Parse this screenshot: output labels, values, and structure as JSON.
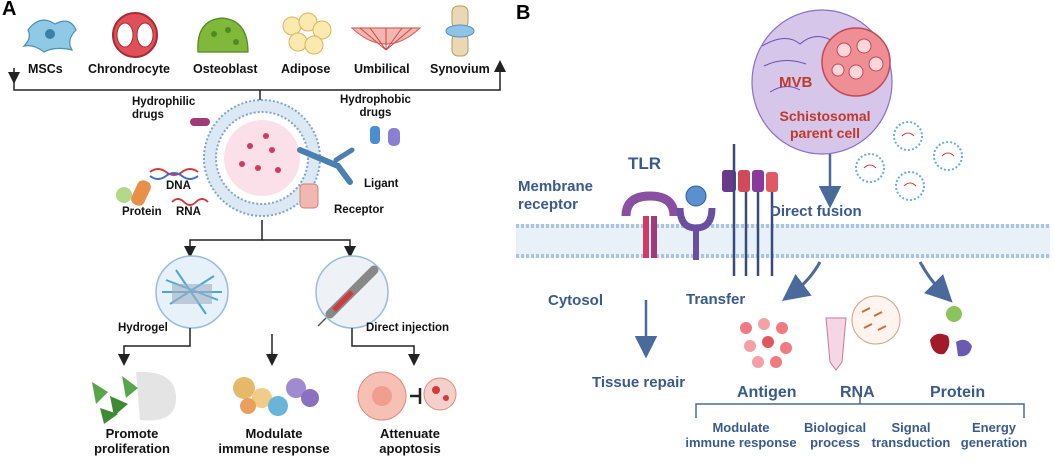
{
  "panelA": {
    "letter": "A",
    "sources": [
      "MSCs",
      "Chrondrocyte",
      "Osteoblast",
      "Adipose",
      "Umbilical",
      "Synovium"
    ],
    "cargo": {
      "hydrophilic": "Hydrophilic\ndrugs",
      "hydrophobic": "Hydrophobic\ndrugs",
      "dna": "DNA",
      "rna": "RNA",
      "protein": "Protein",
      "ligant": "Ligant",
      "receptor": "Receptor"
    },
    "delivery": {
      "hydrogel": "Hydrogel",
      "injection": "Direct injection"
    },
    "outcomes": [
      "Promote\nproliferation",
      "Modulate\nimmune response",
      "Attenuate\napoptosis"
    ]
  },
  "panelB": {
    "letter": "B",
    "mvb": "MVB",
    "parent_cell": "Schistosomal\nparent cell",
    "tlr": "TLR",
    "membrane_receptor": "Membrane\nreceptor",
    "direct_fusion": "Direct fusion",
    "cytosol": "Cytosol",
    "transfer": "Transfer",
    "tissue_repair": "Tissue repair",
    "cargo": [
      "Antigen",
      "RNA",
      "Protein"
    ],
    "functions": [
      "Modulate\nimmune response",
      "Biological\nprocess",
      "Signal\ntransduction",
      "Energy\ngeneration"
    ]
  },
  "colors": {
    "blue_text": "#3a5a8c",
    "red_text": "#c0392b",
    "membrane": "#a9c4dc",
    "arrow": "#4a6a9c"
  }
}
